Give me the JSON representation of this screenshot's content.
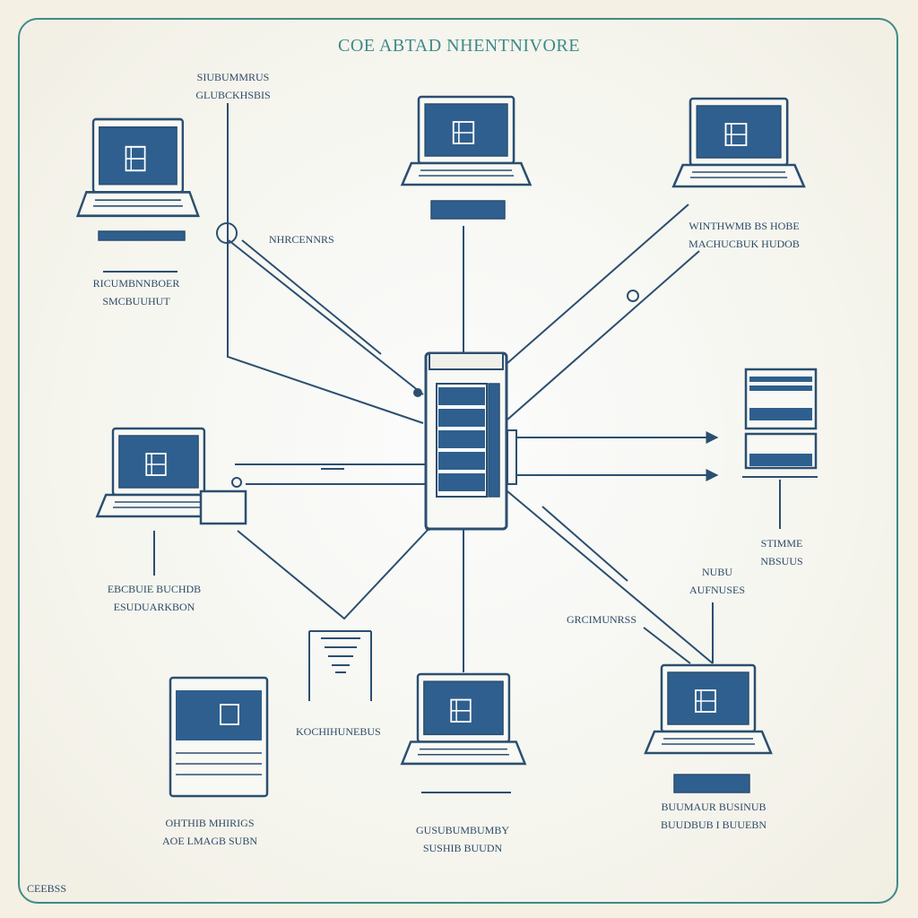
{
  "diagram": {
    "title": "COE ABTAD NHENTNIVORE",
    "corner_label": "CEEBSS",
    "labels": {
      "top_left_callout": [
        "SIUBUMMRUS",
        "GLUBCKHSBIS"
      ],
      "upper_line": "NHRCENNRS",
      "upper_left_device": [
        "RICUMBNNBOER",
        "SMCBUUHUT"
      ],
      "upper_right_device": [
        "WINTHWMB BS HOBE",
        "MACHUCBUK HUDOB"
      ],
      "mid_left_device": [
        "EBCBUIE BUCHDB",
        "ESUDUARKBON"
      ],
      "right_server": [
        "STIMME",
        "NBSUUS"
      ],
      "right_mid": [
        "NUBU",
        "AUFNUSES"
      ],
      "lower_mid_link": "GRCIMUNRSS",
      "bottom_center_link": "KOCHIHUNEBUS",
      "bottom_left_device": [
        "OHTHIB MHIRIGS",
        "AOE LMAGB SUBN"
      ],
      "bottom_center_device": [
        "GUSUBUMBUMBY",
        "SUSHIB BUUDN"
      ],
      "bottom_right_device": [
        "BUUMAUR BUSINUB",
        "BUUDBUB I BUUEBN"
      ]
    }
  }
}
